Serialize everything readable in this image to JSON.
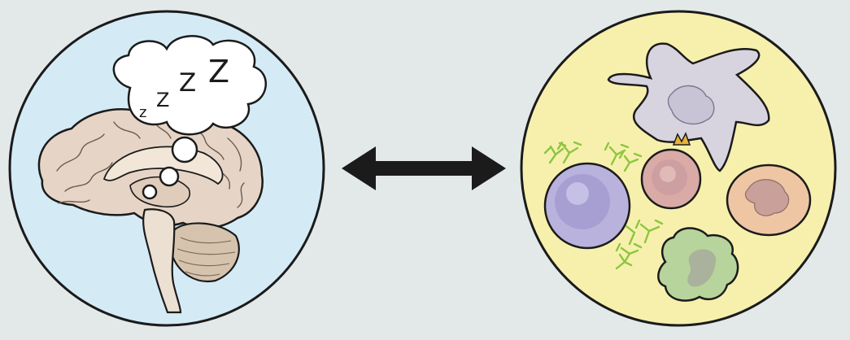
{
  "colors": {
    "background": "#e3e9e9",
    "brain_panel_fill": "#d4ebf6",
    "immune_panel_fill": "#f7f0ad",
    "outline": "#1b1b1b",
    "brain_tissue": "#e6d5c6",
    "cerebellum": "#d6c3ae",
    "arrow": "#1b1b1b",
    "dendritic_cell": "#d7d4e0",
    "b_cell": "#b9b2dd",
    "t_cell": "#d9aaa6",
    "neutrophil": "#efc6a4",
    "macrophage": "#b6d49b",
    "antibody": "#8cc63f"
  },
  "sleep_letters": [
    "z",
    "Z",
    "Z",
    "Z"
  ],
  "icons": [
    "sleeping-brain-icon",
    "bidirectional-arrow-icon",
    "immune-cells-icon"
  ]
}
